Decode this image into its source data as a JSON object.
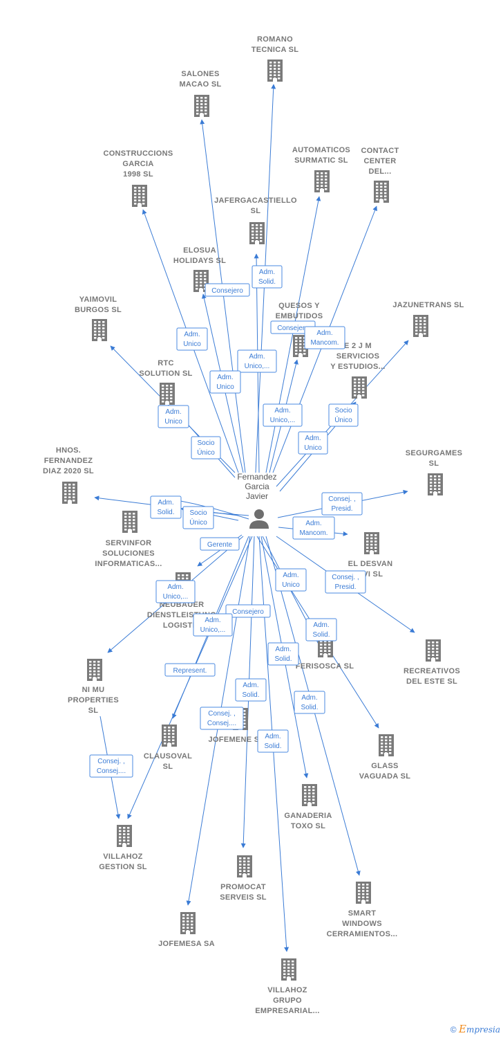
{
  "center": {
    "lines": [
      "Fernandez",
      "Garcia",
      "Javier"
    ]
  },
  "footer": {
    "copyright": "©",
    "brand_initial": "E",
    "brand_rest": "mpresia"
  },
  "colors": {
    "edge": "#3a7bd5",
    "building": "#7a7a7a",
    "highlight": "#f0643c",
    "person": "#6e6e6e"
  },
  "companies": [
    {
      "id": "romano",
      "lines": [
        "ROMANO",
        "TECNICA  SL"
      ]
    },
    {
      "id": "salones",
      "lines": [
        "SALONES",
        "MACAO  SL"
      ]
    },
    {
      "id": "construcciones",
      "lines": [
        "CONSTRUCCIONS",
        "GARCIA",
        "1998 SL"
      ]
    },
    {
      "id": "jafergacastiello",
      "lines": [
        "JAFERGACASTIELLO",
        "SL"
      ],
      "highlight": true
    },
    {
      "id": "automaticos",
      "lines": [
        "AUTOMATICOS",
        "SURMATIC  SL"
      ]
    },
    {
      "id": "contact",
      "lines": [
        "CONTACT",
        "CENTER",
        "DEL..."
      ]
    },
    {
      "id": "elosua",
      "lines": [
        "ELOSUA",
        "HOLIDAYS  SL"
      ]
    },
    {
      "id": "yaimovil",
      "lines": [
        "YAIMOVIL",
        "BURGOS SL"
      ]
    },
    {
      "id": "quesos",
      "lines": [
        "QUESOS Y",
        "EMBUTIDOS",
        "SL"
      ]
    },
    {
      "id": "jazunetrans",
      "lines": [
        "JAZUNETRANS SL"
      ]
    },
    {
      "id": "e2jm",
      "lines": [
        "E 2 J M",
        "SERVICIOS",
        "Y ESTUDIOS..."
      ]
    },
    {
      "id": "rtc",
      "lines": [
        "RTC",
        "SOLUTION  SL"
      ]
    },
    {
      "id": "hnos",
      "lines": [
        "HNOS.",
        "FERNANDEZ",
        "DIAZ 2020  SL"
      ]
    },
    {
      "id": "segurgames",
      "lines": [
        "SEGURGAMES",
        "SL"
      ]
    },
    {
      "id": "servinfor",
      "lines": [
        "SERVINFOR",
        "SOLUCIONES",
        "INFORMATICAS..."
      ]
    },
    {
      "id": "eldesvan",
      "lines": [
        "EL DESVAN",
        "AVI  SL"
      ]
    },
    {
      "id": "neubauer",
      "lines": [
        "NEUBAUER",
        "DIENSTLEISTUNG",
        "LOGISTIK"
      ]
    },
    {
      "id": "recreativos",
      "lines": [
        "RECREATIVOS",
        "DEL ESTE SL"
      ]
    },
    {
      "id": "ferisosca",
      "lines": [
        "FERISOSCA SL"
      ]
    },
    {
      "id": "nimu",
      "lines": [
        "NI MU",
        "PROPERTIES",
        "SL"
      ]
    },
    {
      "id": "clausoval",
      "lines": [
        "CLAUSOVAL",
        "SL"
      ]
    },
    {
      "id": "jofemene",
      "lines": [
        "JOFEMENE SL"
      ]
    },
    {
      "id": "glass",
      "lines": [
        "GLASS",
        "VAGUADA  SL"
      ]
    },
    {
      "id": "ganaderia",
      "lines": [
        "GANADERIA",
        "TOXO SL"
      ]
    },
    {
      "id": "villahozgestion",
      "lines": [
        "VILLAHOZ",
        "GESTION  SL"
      ]
    },
    {
      "id": "promocat",
      "lines": [
        "PROMOCAT",
        "SERVEIS  SL"
      ]
    },
    {
      "id": "smart",
      "lines": [
        "SMART",
        "WINDOWS",
        "CERRAMIENTOS..."
      ]
    },
    {
      "id": "jofemesa",
      "lines": [
        "JOFEMESA SA"
      ]
    },
    {
      "id": "villahozgrupo",
      "lines": [
        "VILLAHOZ",
        "GRUPO",
        "EMPRESARIAL..."
      ]
    }
  ],
  "roles": [
    {
      "lines": [
        "Adm.",
        "Solid."
      ]
    },
    {
      "lines": [
        "Consejero"
      ]
    },
    {
      "lines": [
        "Consejero"
      ]
    },
    {
      "lines": [
        "Adm.",
        "Mancom."
      ]
    },
    {
      "lines": [
        "Adm.",
        "Unico"
      ]
    },
    {
      "lines": [
        "Adm.",
        "Unico,..."
      ]
    },
    {
      "lines": [
        "Adm.",
        "Unico"
      ]
    },
    {
      "lines": [
        "Adm.",
        "Unico,..."
      ]
    },
    {
      "lines": [
        "Socio",
        "Único"
      ]
    },
    {
      "lines": [
        "Adm.",
        "Unico"
      ]
    },
    {
      "lines": [
        "Adm.",
        "Unico"
      ]
    },
    {
      "lines": [
        "Socio",
        "Único"
      ]
    },
    {
      "lines": [
        "Adm.",
        "Solid."
      ]
    },
    {
      "lines": [
        "Socio",
        "Único"
      ]
    },
    {
      "lines": [
        "Consej. ,",
        "Presid."
      ]
    },
    {
      "lines": [
        "Adm.",
        "Mancom."
      ]
    },
    {
      "lines": [
        "Gerente"
      ]
    },
    {
      "lines": [
        "Adm.",
        "Unico"
      ]
    },
    {
      "lines": [
        "Consej. ,",
        "Presid."
      ]
    },
    {
      "lines": [
        "Adm.",
        "Unico,..."
      ]
    },
    {
      "lines": [
        "Consejero"
      ]
    },
    {
      "lines": [
        "Adm.",
        "Unico,..."
      ]
    },
    {
      "lines": [
        "Adm.",
        "Solid."
      ]
    },
    {
      "lines": [
        "Represent."
      ]
    },
    {
      "lines": [
        "Adm.",
        "Solid."
      ]
    },
    {
      "lines": [
        "Adm.",
        "Solid."
      ]
    },
    {
      "lines": [
        "Adm.",
        "Solid."
      ]
    },
    {
      "lines": [
        "Consej. ,",
        "Consej...."
      ]
    },
    {
      "lines": [
        "Adm.",
        "Solid."
      ]
    },
    {
      "lines": [
        "Consej. ,",
        "Consej...."
      ]
    }
  ]
}
